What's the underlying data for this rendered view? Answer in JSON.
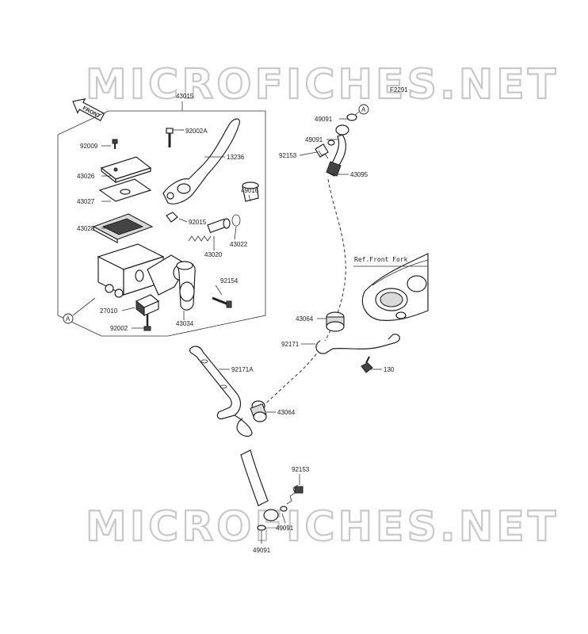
{
  "diagram_code": "F2291",
  "watermark_text": "MICROFICHES.NET",
  "front_arrow_text": "FRONT",
  "reference_note": "Ref.Front Fork",
  "connector_letter": "A",
  "part_labels": [
    {
      "id": "p43015",
      "number": "43015"
    },
    {
      "id": "p92002A",
      "number": "92002A"
    },
    {
      "id": "p92009",
      "number": "92009"
    },
    {
      "id": "p13236",
      "number": "13236"
    },
    {
      "id": "p43026",
      "number": "43026"
    },
    {
      "id": "p43027",
      "number": "43027"
    },
    {
      "id": "p49016",
      "number": "49016"
    },
    {
      "id": "p43028",
      "number": "43028"
    },
    {
      "id": "p92015",
      "number": "92015"
    },
    {
      "id": "p43020",
      "number": "43020"
    },
    {
      "id": "p43022",
      "number": "43022"
    },
    {
      "id": "p92154",
      "number": "92154"
    },
    {
      "id": "p27010",
      "number": "27010"
    },
    {
      "id": "p43034",
      "number": "43034"
    },
    {
      "id": "p92002",
      "number": "92002"
    },
    {
      "id": "p49091a",
      "number": "49091"
    },
    {
      "id": "p49091b",
      "number": "49091"
    },
    {
      "id": "p92153a",
      "number": "92153"
    },
    {
      "id": "p43095",
      "number": "43095"
    },
    {
      "id": "p43064a",
      "number": "43064"
    },
    {
      "id": "p92171",
      "number": "92171"
    },
    {
      "id": "p130",
      "number": "130"
    },
    {
      "id": "p92171A",
      "number": "92171A"
    },
    {
      "id": "p43064b",
      "number": "43064"
    },
    {
      "id": "p92153b",
      "number": "92153"
    },
    {
      "id": "p49091c",
      "number": "49091"
    },
    {
      "id": "p49091d",
      "number": "49091"
    }
  ]
}
